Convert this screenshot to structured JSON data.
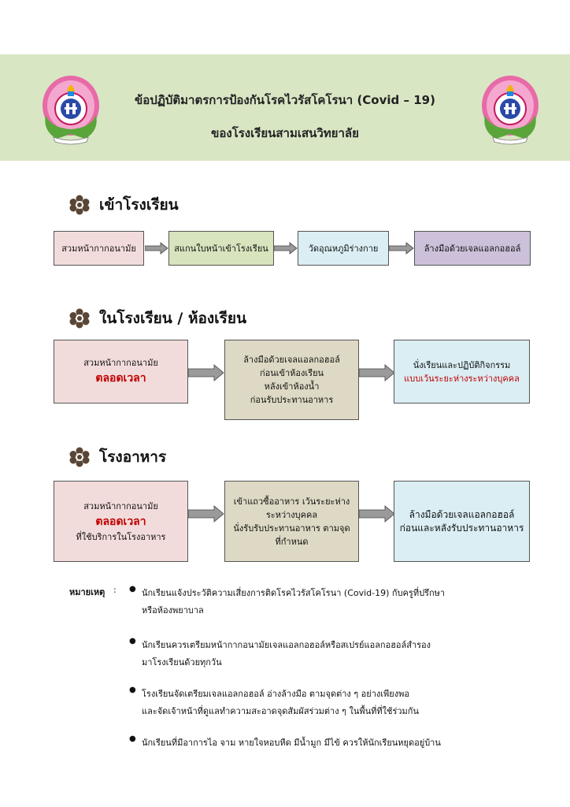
{
  "header": {
    "title_line1": "ข้อปฏิบัติมาตรการป้องกันโรคไวรัสโคโรนา (Covid – 19)",
    "title_line2": "ของโรงเรียนสามเสนวิทยาลัย",
    "logo_icon": "school-emblem-icon",
    "colors": {
      "band": "#d9e6c4"
    }
  },
  "sections": [
    {
      "title": "เข้าโรงเรียน",
      "boxes": [
        {
          "lines": [
            "สวมหน้ากากอนามัย"
          ],
          "color": "#f2dcdb"
        },
        {
          "lines": [
            "สแกนใบหน้าเข้าโรงเรียน"
          ],
          "color": "#d7e4bd"
        },
        {
          "lines": [
            "วัดอุณหภูมิร่างกาย"
          ],
          "color": "#daeef3"
        },
        {
          "lines": [
            "ล้างมือด้วยเจลแอลกอฮอล์"
          ],
          "color": "#ccc0da"
        }
      ]
    },
    {
      "title": "ในโรงเรียน / ห้องเรียน",
      "boxes": [
        {
          "line1": "สวมหน้ากากอนามัย",
          "emphasis": "ตลอดเวลา"
        },
        {
          "lines": [
            "ล้างมือด้วยเจลแอลกอฮอล์",
            "ก่อนเข้าห้องเรียน",
            "หลังเข้าห้องน้ำ",
            "ก่อนรับประทานอาหาร"
          ]
        },
        {
          "line1": "นั่งเรียนและปฏิบัติกิจกรรม",
          "emphasis": "แบบเว้นระยะห่างระหว่างบุคคล"
        }
      ]
    },
    {
      "title": "โรงอาหาร",
      "boxes": [
        {
          "line1": "สวมหน้ากากอนามัย",
          "emphasis": "ตลอดเวลา",
          "line3": "ที่ใช้บริการในโรงอาหาร"
        },
        {
          "lines": [
            "เข้าแถวซื้ออาหาร เว้นระยะห่าง",
            "ระหว่างบุคคล",
            "นั่งรับรับประทานอาหาร  ตามจุด",
            "ที่กำหนด"
          ]
        },
        {
          "lines": [
            "ล้างมือด้วยเจลแอลกอฮอล์",
            "ก่อนและหลังรับประทานอาหาร"
          ]
        }
      ]
    }
  ],
  "notes": {
    "label": "หมายเหตุ",
    "colon": ":",
    "items": [
      {
        "lines": [
          "นักเรียนแจ้งประวัติความเสี่ยงการติดโรคไวรัสโคโรนา (Covid-19)  กับครูที่ปรึกษา",
          "หรือห้องพยาบาล"
        ]
      },
      {
        "lines": [
          "นักเรียนควรเตรียมหน้ากากอนามัยเจลแอลกอฮอล์หรือสเปรย์แอลกอฮอล์สำรอง",
          "มาโรงเรียนด้วยทุกวัน"
        ]
      },
      {
        "lines": [
          "โรงเรียนจัดเตรียมเจลแอลกอฮอล์ อ่างล้างมือ ตามจุดต่าง ๆ อย่างเพียงพอ",
          "และจัดเจ้าหน้าที่ดูแลทำความสะอาดจุดสัมผัสร่วมต่าง ๆ ในพื้นที่ที่ใช้ร่วมกัน"
        ]
      },
      {
        "lines": [
          "นักเรียนที่มีอาการไอ  จาม  หายใจหอบหืด  มีน้ำมูก  มีไข้ ควรให้นักเรียนหยุดอยู่บ้าน"
        ]
      }
    ]
  },
  "icons": {
    "section_bullet": "flower-icon",
    "flow_arrow": "arrow-right-icon",
    "note_bullet": "bullet-dot-icon"
  },
  "colors": {
    "emphasis": "#c00000",
    "pink": "#f2dcdb",
    "khaki": "#ddd9c4",
    "light_blue": "#daeef3"
  }
}
